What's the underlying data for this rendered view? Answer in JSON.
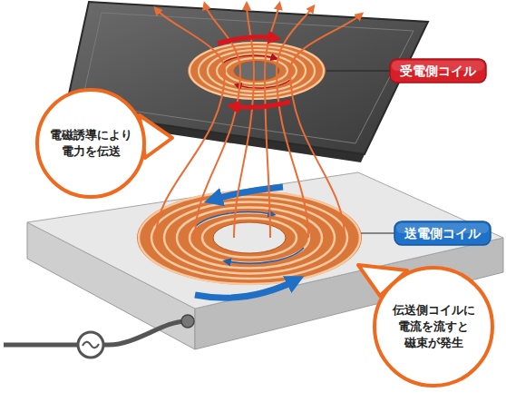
{
  "diagram": {
    "nodes": [
      {
        "text": [
          "受電側コイル"
        ]
      },
      {
        "text": [
          "電磁誘導により 電力を伝送"
        ]
      },
      {
        "text": [
          "送電側コイル"
        ]
      },
      {
        "text": [
          "伝送側コイルに 電流を流すと 磁束が発生"
        ]
      }
    ]
  }
}
